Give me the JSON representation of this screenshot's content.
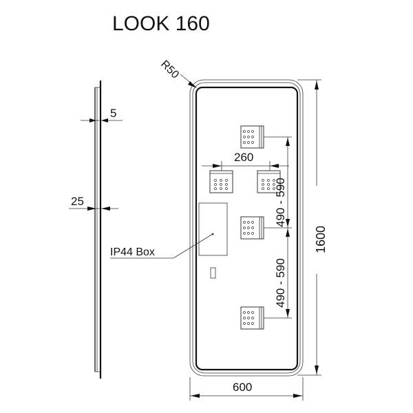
{
  "title": "LOOK 160",
  "dimensions": {
    "radius": "R50",
    "frame_depth": "5",
    "total_depth": "25",
    "bracket_spacing_horizontal": "260",
    "bracket_spacing_vertical_upper": "490 - 590",
    "bracket_spacing_vertical_lower": "490 - 590",
    "height": "1600",
    "width": "600"
  },
  "labels": {
    "ip44_box": "IP44  Box"
  }
}
